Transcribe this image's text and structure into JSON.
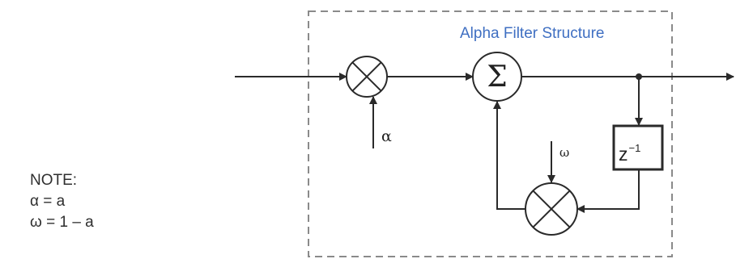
{
  "structure": {
    "title": "Alpha Filter Structure",
    "sum_symbol": "Σ",
    "delay_base": "z",
    "delay_exponent": "−1",
    "alpha_label": "α",
    "omega_label": "ω"
  },
  "note": {
    "heading": "NOTE:",
    "line1": "α = a",
    "line2": "ω = 1 – a"
  },
  "colors": {
    "title": "#3f6fc2",
    "lines": "#2a2a2a",
    "dashed_border": "#8a8a8a"
  }
}
